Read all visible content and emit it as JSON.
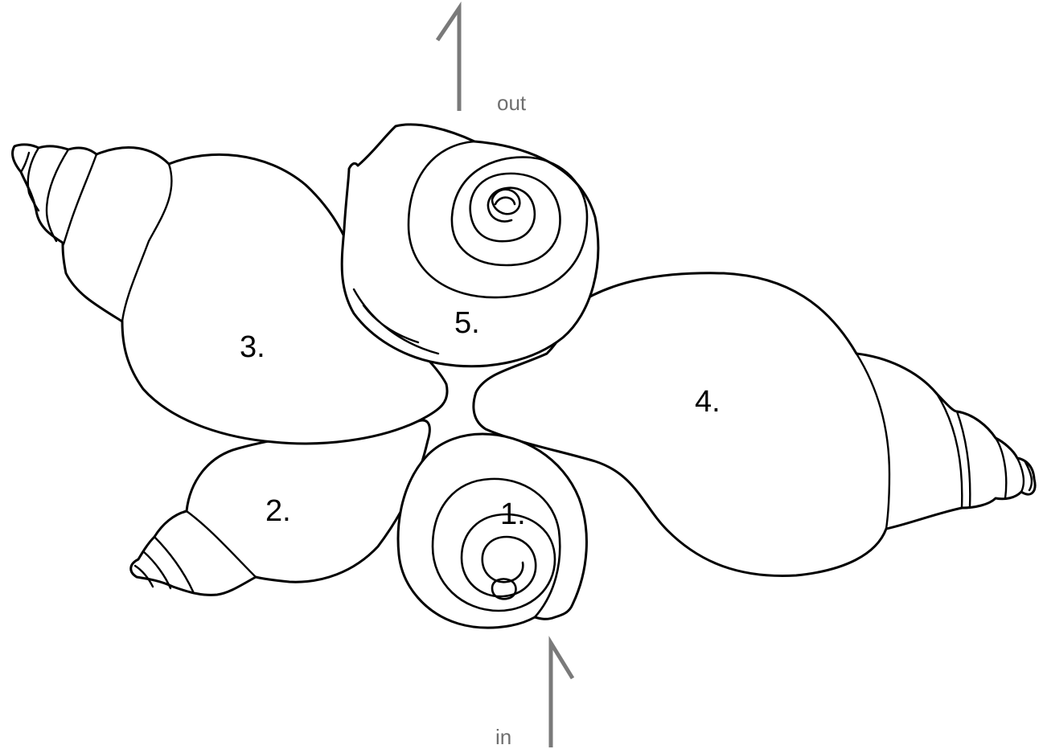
{
  "shells": [
    {
      "id": "shell-1",
      "label": "1."
    },
    {
      "id": "shell-2",
      "label": "2."
    },
    {
      "id": "shell-3",
      "label": "3."
    },
    {
      "id": "shell-4",
      "label": "4."
    },
    {
      "id": "shell-5",
      "label": "5."
    }
  ],
  "arrows": {
    "out_label": "out",
    "in_label": "in"
  },
  "colors": {
    "outline": "#000000",
    "arrow": "#7a7a7a",
    "arrow_label": "#6f6f6f",
    "background": "#ffffff"
  }
}
